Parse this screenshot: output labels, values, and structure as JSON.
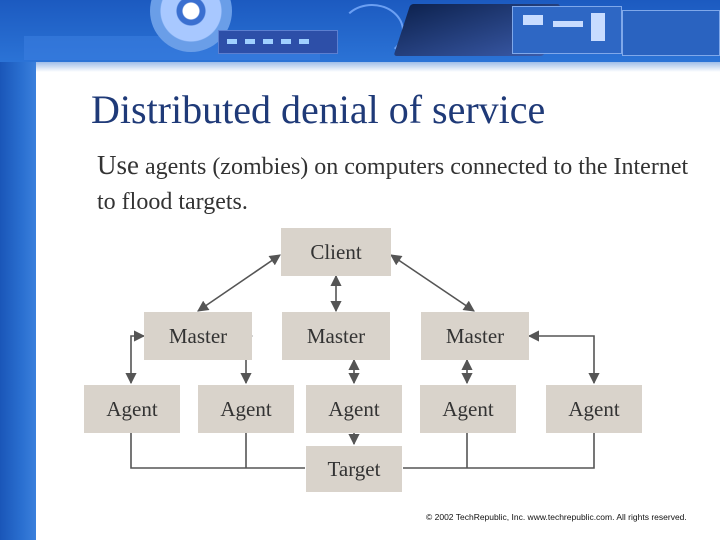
{
  "slide": {
    "title": "Distributed denial of service",
    "subtitle_first_word": "Use",
    "subtitle_rest": "agents (zombies) on computers connected to the Internet to flood targets.",
    "footer": "© 2002 TechRepublic, Inc. www.techrepublic.com. All rights reserved."
  },
  "diagram": {
    "client": "Client",
    "masters": [
      "Master",
      "Master",
      "Master"
    ],
    "agents": [
      "Agent",
      "Agent",
      "Agent",
      "Agent",
      "Agent"
    ],
    "target": "Target",
    "node_color": "#d9d3cb",
    "line_color": "#555555"
  },
  "decor": {
    "icons": [
      "cd-icon",
      "network-device-icon",
      "cable-icon",
      "laptop-icon",
      "circuit-board-icon",
      "network-card-icon"
    ]
  }
}
